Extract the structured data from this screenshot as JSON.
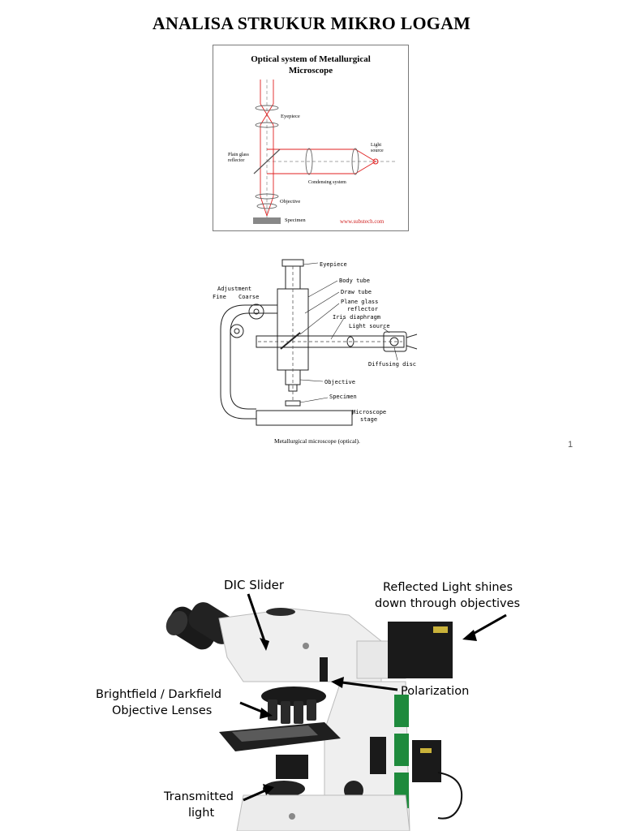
{
  "page": {
    "title": "ANALISA STRUKUR MIKRO LOGAM",
    "page_number": "1"
  },
  "figure1": {
    "title_line1": "Optical system of Metallurgical",
    "title_line2": "Microscope",
    "labels": {
      "eyepiece": "Eyepiece",
      "light_source_line1": "Light",
      "light_source_line2": "source",
      "plain_glass_line1": "Plain glass",
      "plain_glass_line2": "reflector",
      "condensing": "Condensing system",
      "objective": "Objective",
      "specimen": "Specimen"
    },
    "credit": "www.substech.com",
    "colors": {
      "ray": "#e02020",
      "credit": "#d02020"
    }
  },
  "figure2": {
    "labels": {
      "eyepiece": "Eyepiece",
      "body_tube": "Body tube",
      "draw_tube": "Draw tube",
      "plane_glass_line1": "Plane glass",
      "plane_glass_line2": "reflector",
      "iris": "Iris diaphragm",
      "light_source": "Light source",
      "diffusing": "Diffusing disc",
      "adjustment": "Adjustment",
      "fine": "Fine",
      "coarse": "Coarse",
      "objective": "Objective",
      "specimen": "Specimen",
      "stage_line1": "Microscope",
      "stage_line2": "stage"
    },
    "caption": "Metallurgical microscope (optical)."
  },
  "figure3": {
    "labels": {
      "dic": "DIC Slider",
      "reflected_line1": "Reflected Light shines",
      "reflected_line2": "down through objectives",
      "brightfield_line1": "Brightfield / Darkfield",
      "brightfield_line2": "Objective Lenses",
      "polarization": "Polarization",
      "transmitted_line1": "Transmitted",
      "transmitted_line2": "light"
    },
    "colors": {
      "accent": "#1e8a3c",
      "body": "#efefef",
      "dark": "#1a1a1a"
    }
  }
}
